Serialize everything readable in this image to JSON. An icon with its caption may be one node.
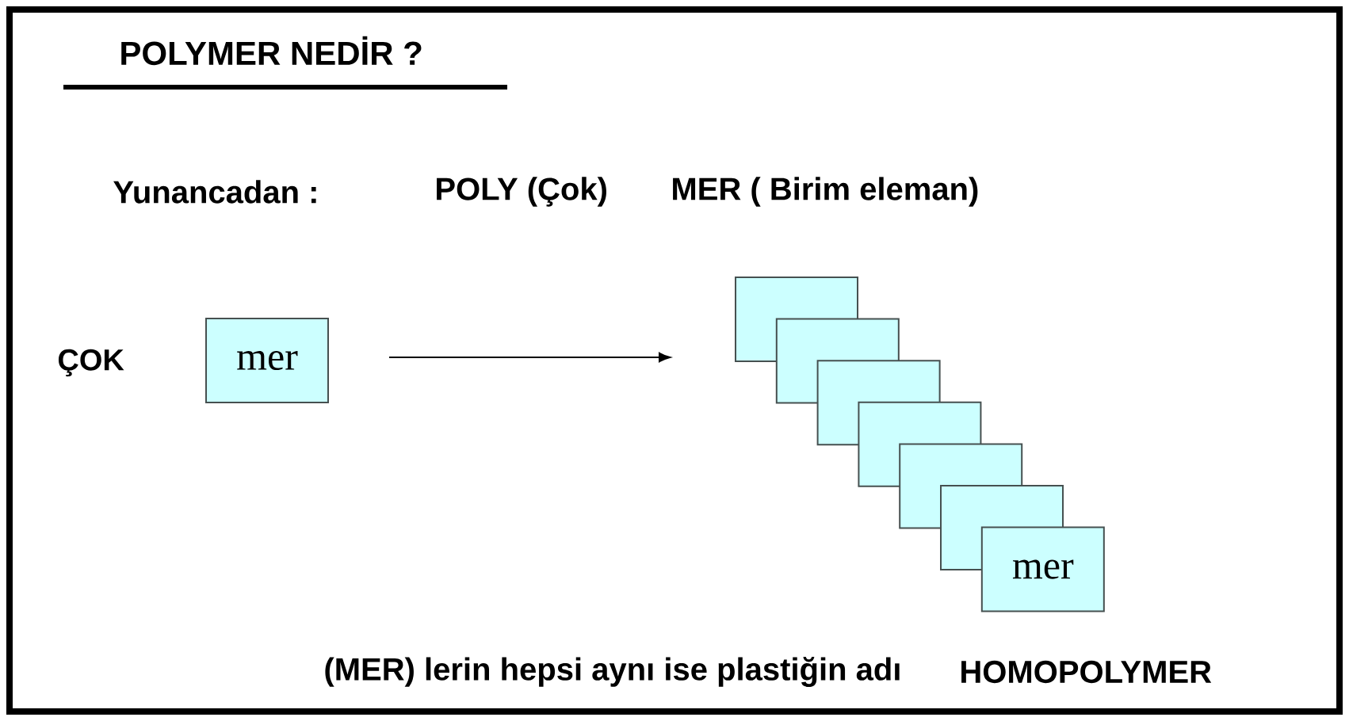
{
  "diagram": {
    "title": "POLYMER NEDİR ?",
    "nodes": [
      {
        "text": [
          "mer"
        ]
      },
      {
        "text": [],
        "shape": "box"
      },
      {
        "text": [],
        "shape": "box"
      },
      {
        "text": [],
        "shape": "box"
      },
      {
        "text": [],
        "shape": "box"
      },
      {
        "text": [],
        "shape": "box"
      },
      {
        "text": [],
        "shape": "box"
      },
      {
        "text": [
          "mer"
        ]
      }
    ],
    "edges": [
      {
        "from": 0,
        "to": 1,
        "arrow": "to"
      }
    ],
    "labels": [
      "Yunancadan :",
      "POLY (Çok)",
      "MER ( Birim eleman)",
      "ÇOK",
      "(MER) lerin hepsi aynı ise plastiğin adı",
      "HOMOPOLYMER"
    ]
  }
}
